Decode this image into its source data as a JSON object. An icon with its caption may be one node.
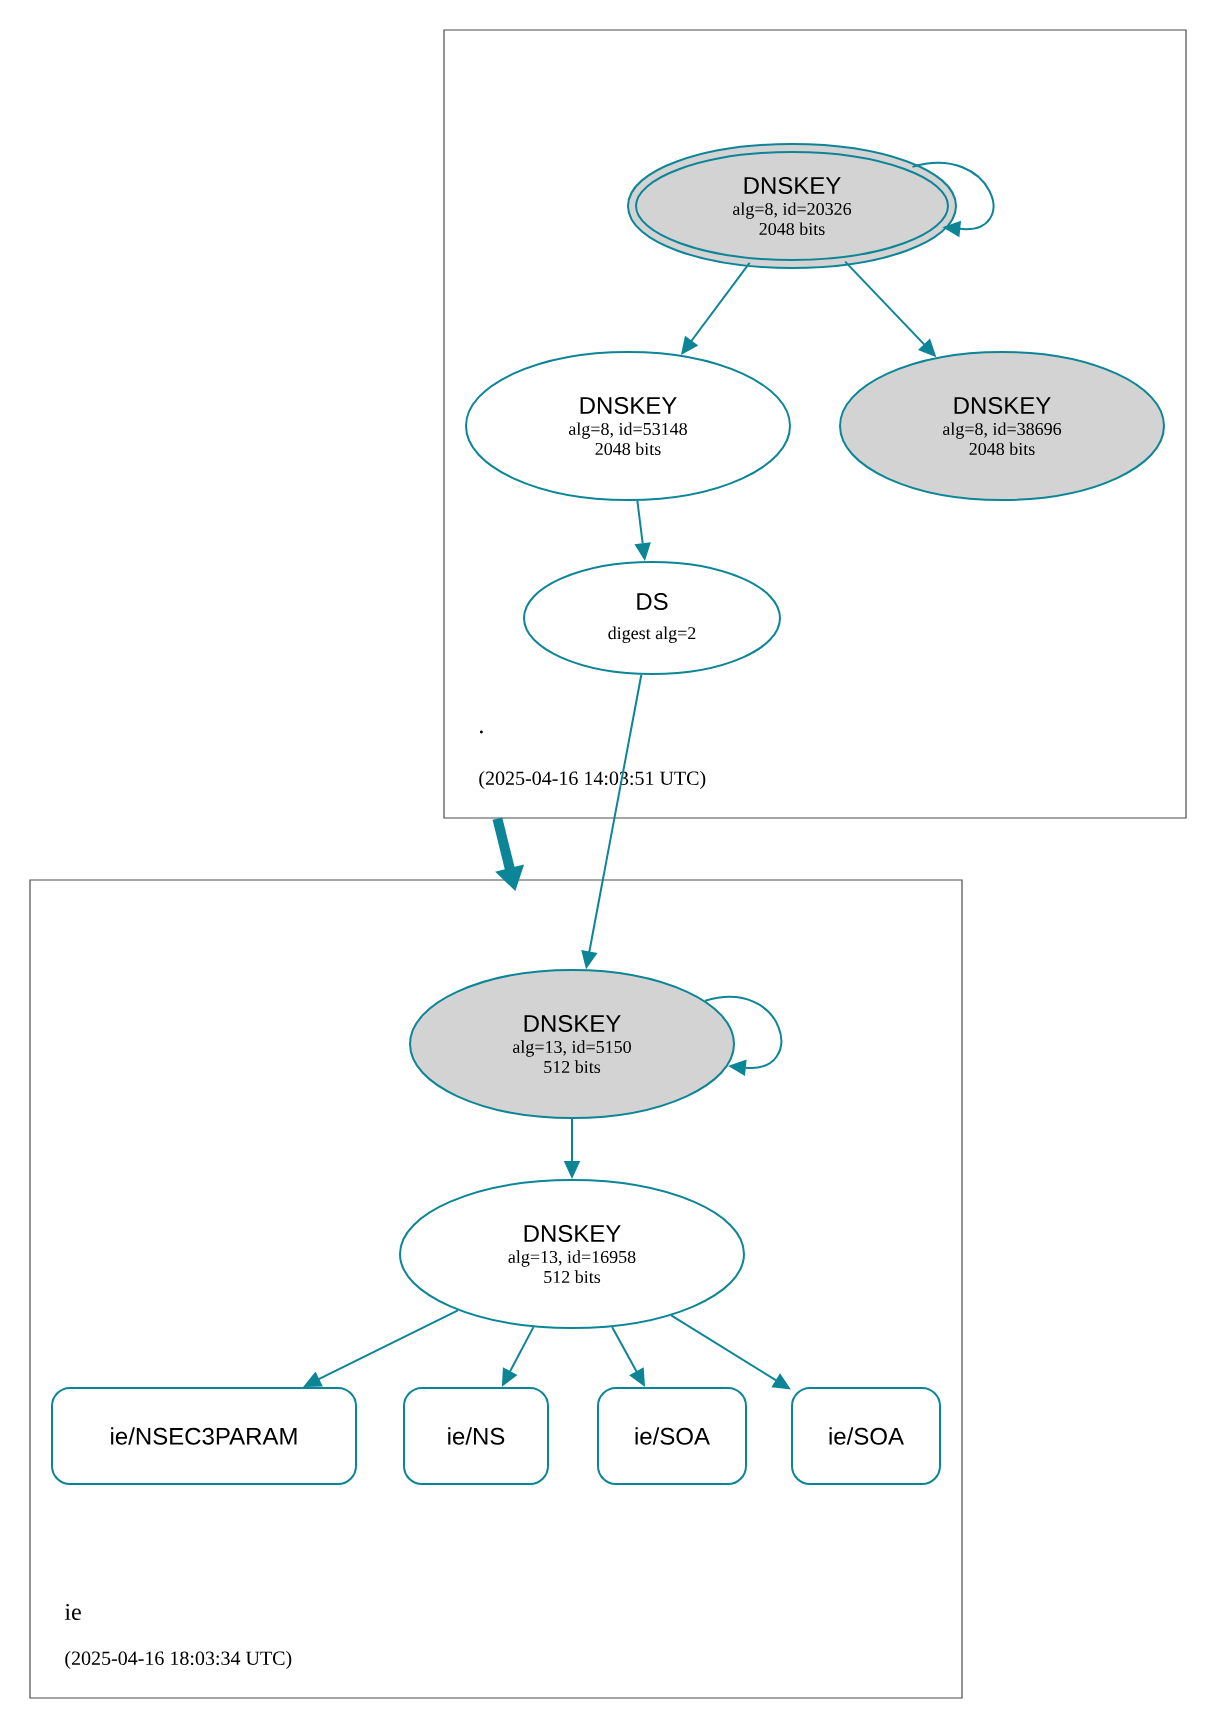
{
  "diagram": {
    "nodes": [
      {
        "text": [
          ".",
          "(2025-04-16 14:03:51 UTC)"
        ]
      },
      {
        "text": [
          "DNSKEY",
          "alg=8, id=20326 2048 bits"
        ],
        "in": 0
      },
      {
        "text": [
          "DNSKEY",
          "alg=8, id=53148 2048 bits"
        ],
        "in": 0
      },
      {
        "text": [
          "DNSKEY",
          "alg=8, id=38696 2048 bits"
        ],
        "in": 0
      },
      {
        "text": [
          "DS",
          "digest alg=2"
        ],
        "in": 0
      },
      {
        "text": [
          "ie",
          "(2025-04-16 18:03:34 UTC)"
        ]
      },
      {
        "text": [
          "DNSKEY",
          "alg=13, id=5150 512 bits"
        ],
        "in": 5
      },
      {
        "text": [
          "DNSKEY",
          "alg=13, id=16958 512 bits"
        ],
        "in": 5
      },
      {
        "text": [
          "ie/NSEC3PARAM"
        ],
        "in": 5
      },
      {
        "text": [
          "ie/NS"
        ],
        "in": 5
      },
      {
        "text": [
          "ie/SOA"
        ],
        "in": 5
      },
      {
        "text": [
          "ie/SOA"
        ],
        "in": 5
      }
    ],
    "edges": [
      {
        "from": 1,
        "to": 1,
        "arrow": "to"
      },
      {
        "from": 1,
        "to": 2,
        "arrow": "to"
      },
      {
        "from": 1,
        "to": 3,
        "arrow": "to"
      },
      {
        "from": 2,
        "to": 4,
        "arrow": "to"
      },
      {
        "from": 0,
        "to": 5,
        "arrow": "to",
        "style": "thick"
      },
      {
        "from": 4,
        "to": 6,
        "arrow": "to"
      },
      {
        "from": 6,
        "to": 6,
        "arrow": "to"
      },
      {
        "from": 6,
        "to": 7,
        "arrow": "to"
      },
      {
        "from": 7,
        "to": 8,
        "arrow": "to"
      },
      {
        "from": 7,
        "to": 9,
        "arrow": "to"
      },
      {
        "from": 7,
        "to": 10,
        "arrow": "to"
      },
      {
        "from": 7,
        "to": 11,
        "arrow": "to"
      }
    ]
  }
}
